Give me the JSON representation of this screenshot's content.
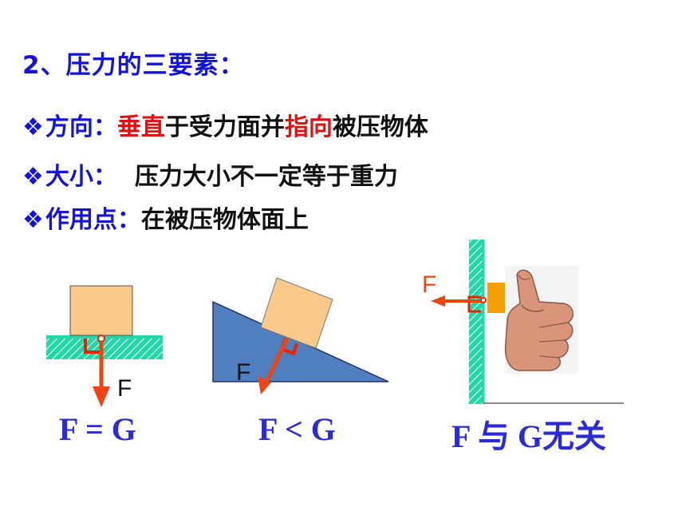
{
  "heading": "2、压力的三要素：",
  "items": [
    {
      "marker": "❖",
      "label": "方向：",
      "parts": [
        "垂直",
        "于受力面并",
        "指向",
        "被压物体"
      ]
    },
    {
      "marker": "❖",
      "label": "大小：",
      "text": "压力大小不一定等于重力"
    },
    {
      "marker": "❖",
      "label": "作用点：",
      "text": "在被压物体面上"
    }
  ],
  "diagrams": {
    "flat": {
      "force_label": "F",
      "formula": "F = G"
    },
    "incline": {
      "force_label": "F",
      "formula": "F < G"
    },
    "wall": {
      "force_label": "F",
      "formula": "F 与 G无关"
    }
  },
  "colors": {
    "heading": "#1414d8",
    "emphasis": "#e01010",
    "formula": "#2b2bd8",
    "force_arrow": "#ee4411",
    "block": "#fbc98a",
    "incline": "#4f7fbf",
    "support": "#22d8a8",
    "small_block": "#f5a000"
  }
}
